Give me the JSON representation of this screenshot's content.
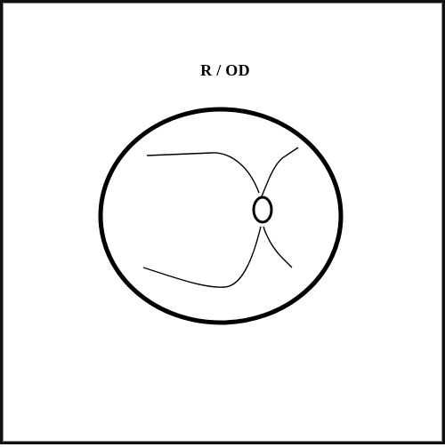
{
  "title": "R / OD",
  "colors": {
    "ink": "#000000",
    "background": "#ffffff",
    "frame": "#111111"
  },
  "diagram": {
    "parts": [
      "fundus-outline",
      "optic-disc",
      "vessel-superior-temporal",
      "vessel-inferior-temporal",
      "vessel-superior-nasal",
      "vessel-inferior-nasal"
    ]
  }
}
